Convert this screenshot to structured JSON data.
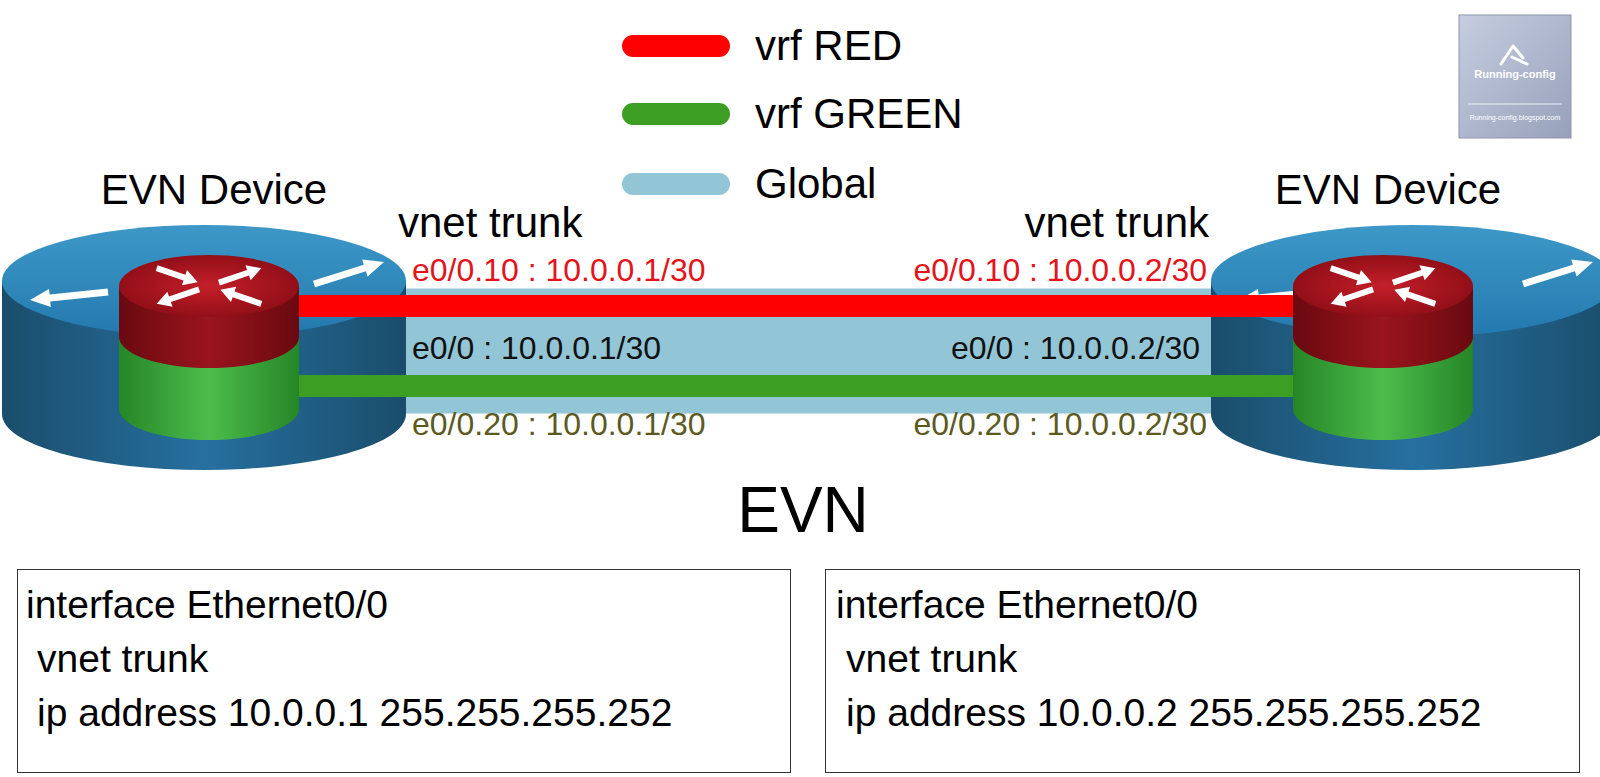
{
  "diagram": {
    "title": "EVN",
    "nodes": [
      {
        "text": [
          "EVN Device"
        ]
      },
      {
        "text": [
          "EVN Device"
        ]
      },
      {
        "text": [
          "interface Ethernet0/0",
          "vnet trunk",
          "ip address 10.0.0.1 255.255.255.252"
        ]
      },
      {
        "text": [
          "interface Ethernet0/0",
          "vnet trunk",
          "ip address 10.0.0.2 255.255.255.252"
        ]
      }
    ],
    "edges": [
      {
        "from": 0,
        "to": 1,
        "arrow": "none"
      },
      {
        "from": 0,
        "to": 1,
        "arrow": "none"
      },
      {
        "from": 0,
        "to": 1,
        "arrow": "none"
      }
    ],
    "labels": [
      "vnet trunk",
      "vnet trunk",
      "e0/0.10 : 10.0.0.1/30",
      "e0/0.10 : 10.0.0.2/30",
      "e0/0 : 10.0.0.1/30",
      "e0/0 : 10.0.0.2/30",
      "e0/0.20 : 10.0.0.1/30",
      "e0/0.20 : 10.0.0.2/30",
      "Running-config",
      "Running-config.blogspot.com"
    ],
    "legend": [
      {
        "text": "vrf RED",
        "color": "#ff0000"
      },
      {
        "text": "vrf GREEN",
        "color": "#3c9e22"
      },
      {
        "text": "Global",
        "color": "#92c5d5"
      }
    ]
  }
}
